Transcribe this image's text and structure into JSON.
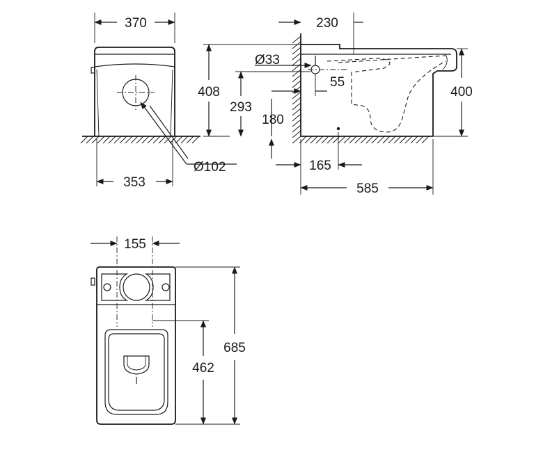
{
  "dimensions": {
    "d370": "370",
    "d230": "230",
    "d33": "Ø33",
    "d408": "408",
    "d293": "293",
    "d55": "55",
    "d400": "400",
    "d180": "180",
    "d102": "Ø102",
    "d353": "353",
    "d165": "165",
    "d585": "585",
    "d155": "155",
    "d685": "685",
    "d462": "462"
  }
}
